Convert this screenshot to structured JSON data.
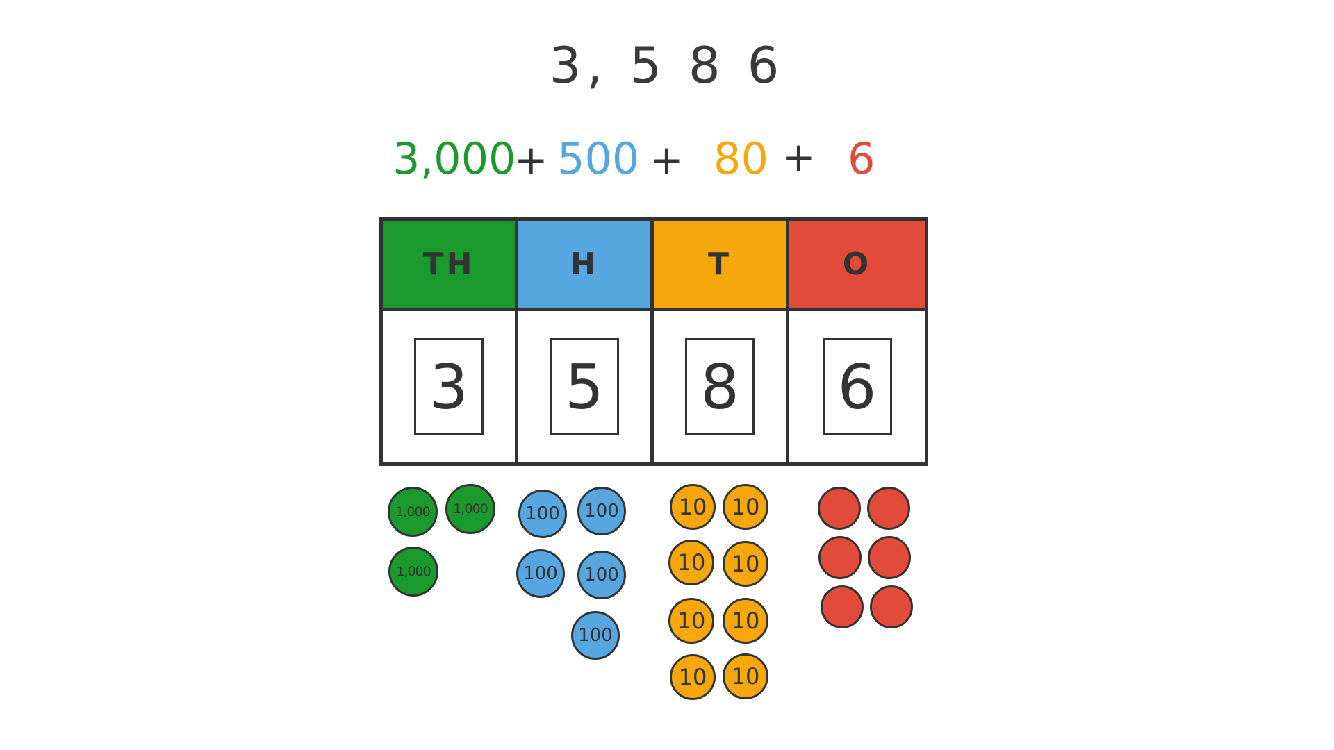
{
  "number": "3, 5 8 6",
  "expansion": {
    "thousands": "3,000",
    "hundreds": "500",
    "tens": "80",
    "ones": "6",
    "plus": "+"
  },
  "columns": [
    {
      "header": "TH",
      "digit": "3",
      "color": "#1a9a2c",
      "counter_label": "1,000"
    },
    {
      "header": "H",
      "digit": "5",
      "color": "#56a6e0",
      "counter_label": "100"
    },
    {
      "header": "T",
      "digit": "8",
      "color": "#f5a70c",
      "counter_label": "10"
    },
    {
      "header": "O",
      "digit": "6",
      "color": "#e24a3a",
      "counter_label": ""
    }
  ],
  "text_color": "#333333"
}
